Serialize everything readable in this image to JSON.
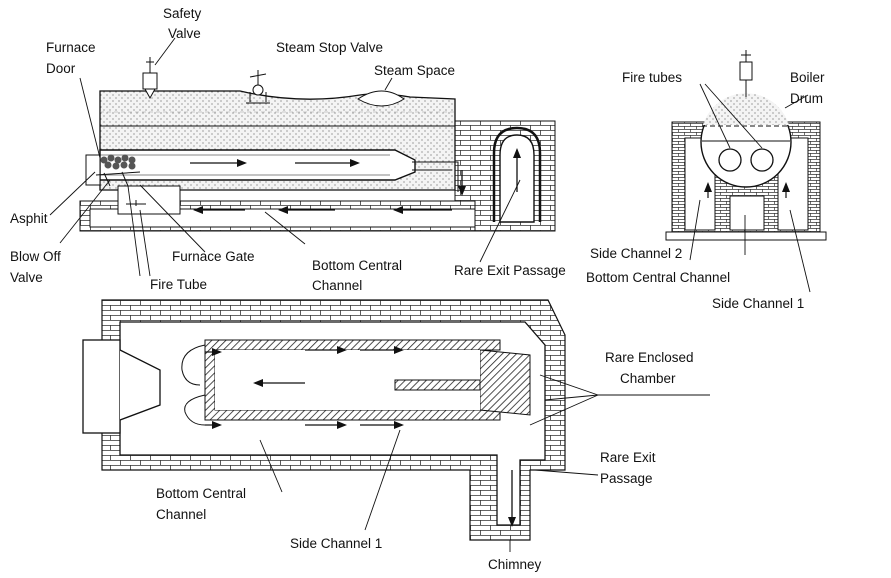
{
  "labels": {
    "safety_valve": [
      "Safety",
      "Valve"
    ],
    "furnace_door": [
      "Furnace",
      "Door"
    ],
    "steam_stop_valve": "Steam Stop Valve",
    "steam_space": "Steam Space",
    "fire_tubes": "Fire tubes",
    "boiler_drum": [
      "Boiler",
      "Drum"
    ],
    "asphit": "Asphit",
    "blow_off_valve": [
      "Blow Off",
      "Valve"
    ],
    "furnace_gate": "Furnace Gate",
    "fire_tube": "Fire Tube",
    "bottom_central_channel_top": [
      "Bottom Central",
      "Channel"
    ],
    "rare_exit_passage_top": "Rare Exit Passage",
    "side_channel_2": "Side Channel 2",
    "bottom_central_channel_right": "Bottom Central Channel",
    "side_channel_1_right": "Side Channel 1",
    "rare_enclosed_chamber": [
      "Rare Enclosed",
      "Chamber"
    ],
    "rare_exit_passage_bottom": [
      "Rare Exit",
      "Passage"
    ],
    "bottom_central_channel_bottom": [
      "Bottom Central",
      "Channel"
    ],
    "side_channel_1_bottom": "Side Channel 1",
    "chimney": "Chimney"
  },
  "colors": {
    "line": "#111111",
    "water": "#f2f2f2",
    "brick": "#ffffff"
  }
}
